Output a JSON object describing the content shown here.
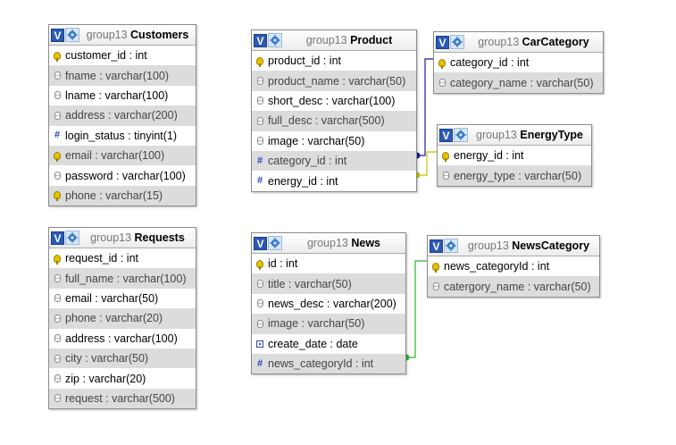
{
  "tables": [
    {
      "id": "customers",
      "db": "group13",
      "name": "Customers",
      "columns": [
        {
          "label": "customer_id : int",
          "icon": "key-icon"
        },
        {
          "label": "fname : varchar(100)",
          "icon": "string-icon"
        },
        {
          "label": "lname : varchar(100)",
          "icon": "string-icon"
        },
        {
          "label": "address : varchar(200)",
          "icon": "string-icon"
        },
        {
          "label": "login_status : tinyint(1)",
          "icon": "number-icon"
        },
        {
          "label": "email : varchar(100)",
          "icon": "key-icon"
        },
        {
          "label": "password : varchar(100)",
          "icon": "string-icon"
        },
        {
          "label": "phone : varchar(15)",
          "icon": "key-icon"
        }
      ]
    },
    {
      "id": "product",
      "db": "group13",
      "name": "Product",
      "columns": [
        {
          "label": "product_id : int",
          "icon": "key-icon"
        },
        {
          "label": "product_name : varchar(50)",
          "icon": "string-icon"
        },
        {
          "label": "short_desc : varchar(100)",
          "icon": "string-icon"
        },
        {
          "label": "full_desc : varchar(500)",
          "icon": "string-icon"
        },
        {
          "label": "image : varchar(50)",
          "icon": "string-icon"
        },
        {
          "label": "category_id : int",
          "icon": "number-icon"
        },
        {
          "label": "energy_id : int",
          "icon": "number-icon"
        }
      ]
    },
    {
      "id": "carcategory",
      "db": "group13",
      "name": "CarCategory",
      "columns": [
        {
          "label": "category_id : int",
          "icon": "key-icon"
        },
        {
          "label": "category_name : varchar(50)",
          "icon": "string-icon"
        }
      ]
    },
    {
      "id": "energytype",
      "db": "group13",
      "name": "EnergyType",
      "columns": [
        {
          "label": "energy_id : int",
          "icon": "key-icon"
        },
        {
          "label": "energy_type : varchar(50)",
          "icon": "string-icon"
        }
      ]
    },
    {
      "id": "requests",
      "db": "group13",
      "name": "Requests",
      "columns": [
        {
          "label": "request_id : int",
          "icon": "key-icon"
        },
        {
          "label": "full_name : varchar(100)",
          "icon": "string-icon"
        },
        {
          "label": "email : varchar(50)",
          "icon": "string-icon"
        },
        {
          "label": "phone : varchar(20)",
          "icon": "string-icon"
        },
        {
          "label": "address : varchar(100)",
          "icon": "string-icon"
        },
        {
          "label": "city : varchar(50)",
          "icon": "string-icon"
        },
        {
          "label": "zip : varchar(20)",
          "icon": "string-icon"
        },
        {
          "label": "request : varchar(500)",
          "icon": "string-icon"
        }
      ]
    },
    {
      "id": "news",
      "db": "group13",
      "name": "News",
      "columns": [
        {
          "label": "id : int",
          "icon": "key-icon"
        },
        {
          "label": "title : varchar(50)",
          "icon": "string-icon"
        },
        {
          "label": "news_desc : varchar(200)",
          "icon": "string-icon"
        },
        {
          "label": "image : varchar(50)",
          "icon": "string-icon"
        },
        {
          "label": "create_date : date",
          "icon": "date-icon"
        },
        {
          "label": "news_categoryId : int",
          "icon": "number-icon"
        }
      ]
    },
    {
      "id": "newscategory",
      "db": "group13",
      "name": "NewsCategory",
      "columns": [
        {
          "label": "news_categoryId : int",
          "icon": "key-icon"
        },
        {
          "label": "catergory_name : varchar(50)",
          "icon": "string-icon"
        }
      ]
    }
  ],
  "header_buttons": {
    "toggle_label": "V",
    "options_icon": "gear-icon"
  },
  "relations": [
    {
      "from": "product.category_id",
      "to": "carcategory.category_id",
      "color": "#1a1aa6"
    },
    {
      "from": "product.energy_id",
      "to": "energytype.energy_id",
      "color": "#c9c400"
    },
    {
      "from": "news.news_categoryId",
      "to": "newscategory.news_categoryId",
      "color": "#2bb52b"
    }
  ],
  "colors": {
    "row_alt": "#dcdcdc",
    "header_blue": "#2b59b5",
    "db_name": "#777777"
  }
}
